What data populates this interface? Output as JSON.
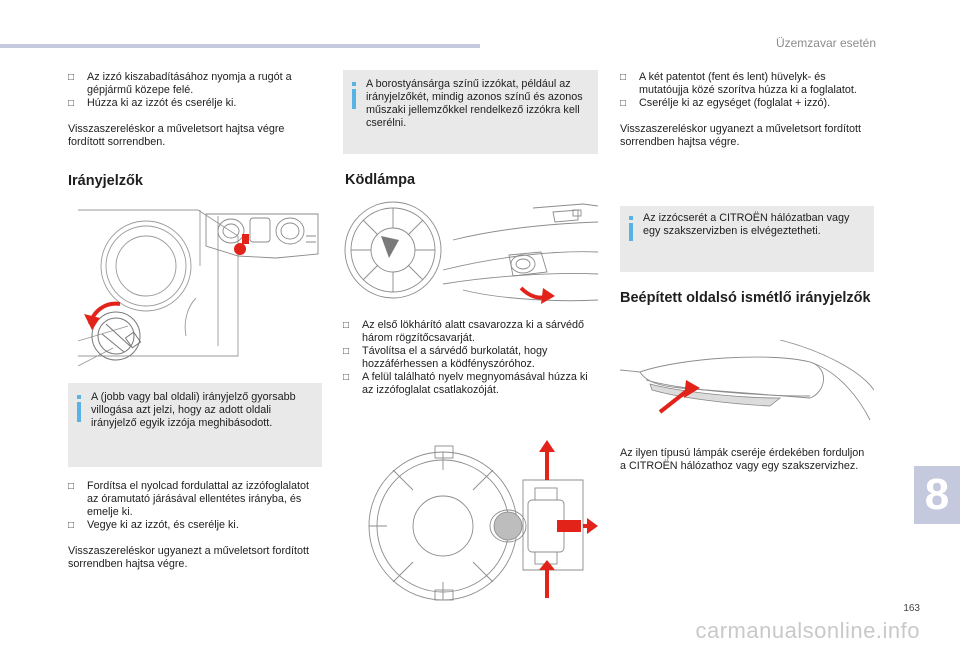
{
  "header": {
    "section_title": "Üzemzavar esetén"
  },
  "chapter": {
    "number": "8"
  },
  "page": {
    "number": "163",
    "watermark": "carmanualsonline.info"
  },
  "col1": {
    "bullets_top": [
      "Az izzó kiszabadításához nyomja a rugót a gépjármű közepe felé.",
      "Húzza ki az izzót és cserélje ki."
    ],
    "reassembly_1": "Visszaszereléskor a műveletsort hajtsa végre fordított sorrendben.",
    "heading": "Irányjelzők",
    "info": "A (jobb vagy bal oldali) irányjelző gyorsabb villogása azt jelzi, hogy az adott oldali irányjelző egyik izzója meghibásodott.",
    "bullets_bottom": [
      "Fordítsa el nyolcad fordulattal az izzófoglalatot az óramutató járásával ellentétes irányba, és emelje ki.",
      "Vegye ki az izzót, és cserélje ki."
    ],
    "reassembly_2": "Visszaszereléskor ugyanezt a műveletsort fordított sorrendben hajtsa végre."
  },
  "col2": {
    "info": "A borostyánsárga színű izzókat, például az irányjelzőkét, mindig azonos színű és azonos műszaki jellemzőkkel rendelkező izzókra kell cserélni.",
    "heading": "Ködlámpa",
    "bullets": [
      "Az első lökhárító alatt csavarozza ki a sárvédő három rögzítőcsavarját.",
      "Távolítsa el a sárvédő burkolatát, hogy hozzáférhessen a ködfényszóróhoz.",
      "A felül található nyelv megnyomásával húzza ki az izzófoglalat csatlakozóját."
    ]
  },
  "col3": {
    "bullets": [
      "A két patentot (fent és lent) hüvelyk- és mutatóujja közé szorítva húzza ki a foglalatot.",
      "Cserélje ki az egységet (foglalat + izzó)."
    ],
    "reassembly": "Visszaszereléskor ugyanezt a műveletsort fordított sorrendben hajtsa végre.",
    "info": "Az izzócserét a CITROËN hálózatban vagy egy szakszervizben is elvégeztetheti.",
    "heading": "Beépített oldalsó ismétlő irányjelzők",
    "footer_text": "Az ilyen típusú lámpák cseréje érdekében forduljon a CITROËN hálózathoz vagy egy szakszervizhez."
  },
  "icons": {
    "bullet": "checkbox-bullet-icon",
    "info": "info-icon"
  },
  "colors": {
    "accent_blue": "#57b3e4",
    "info_bg": "#e9e9e9",
    "tab_bg": "#c5c9de",
    "arrow_red": "#e2231a"
  }
}
